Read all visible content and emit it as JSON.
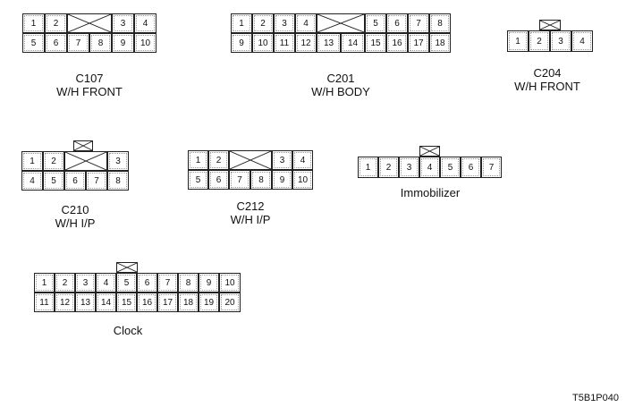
{
  "connectors": {
    "c107": {
      "top_pins": [
        "1",
        "2",
        "3",
        "4"
      ],
      "bottom_pins": [
        "5",
        "6",
        "7",
        "8",
        "9",
        "10"
      ],
      "name": "C107",
      "desc": "W/H FRONT"
    },
    "c201": {
      "top_pins": [
        "1",
        "2",
        "3",
        "4",
        "5",
        "6",
        "7",
        "8"
      ],
      "bottom_pins": [
        "9",
        "10",
        "11",
        "12",
        "13",
        "14",
        "15",
        "16",
        "17",
        "18"
      ],
      "name": "C201",
      "desc": "W/H BODY"
    },
    "c204": {
      "pins": [
        "1",
        "2",
        "3",
        "4"
      ],
      "name": "C204",
      "desc": "W/H FRONT"
    },
    "c210": {
      "top_pins": [
        "1",
        "2",
        "3"
      ],
      "bottom_pins": [
        "4",
        "5",
        "6",
        "7",
        "8"
      ],
      "name": "C210",
      "desc": "W/H I/P"
    },
    "c212": {
      "top_pins": [
        "1",
        "2",
        "3",
        "4"
      ],
      "bottom_pins": [
        "5",
        "6",
        "7",
        "8",
        "9",
        "10"
      ],
      "name": "C212",
      "desc": "W/H I/P"
    },
    "immobilizer": {
      "pins": [
        "1",
        "2",
        "3",
        "4",
        "5",
        "6",
        "7"
      ],
      "name": "Immobilizer"
    },
    "clock": {
      "top_pins": [
        "1",
        "2",
        "3",
        "4",
        "5",
        "6",
        "7",
        "8",
        "9",
        "10"
      ],
      "bottom_pins": [
        "11",
        "12",
        "13",
        "14",
        "15",
        "16",
        "17",
        "18",
        "19",
        "20"
      ],
      "name": "Clock"
    }
  },
  "figure_code": "T5B1P040"
}
